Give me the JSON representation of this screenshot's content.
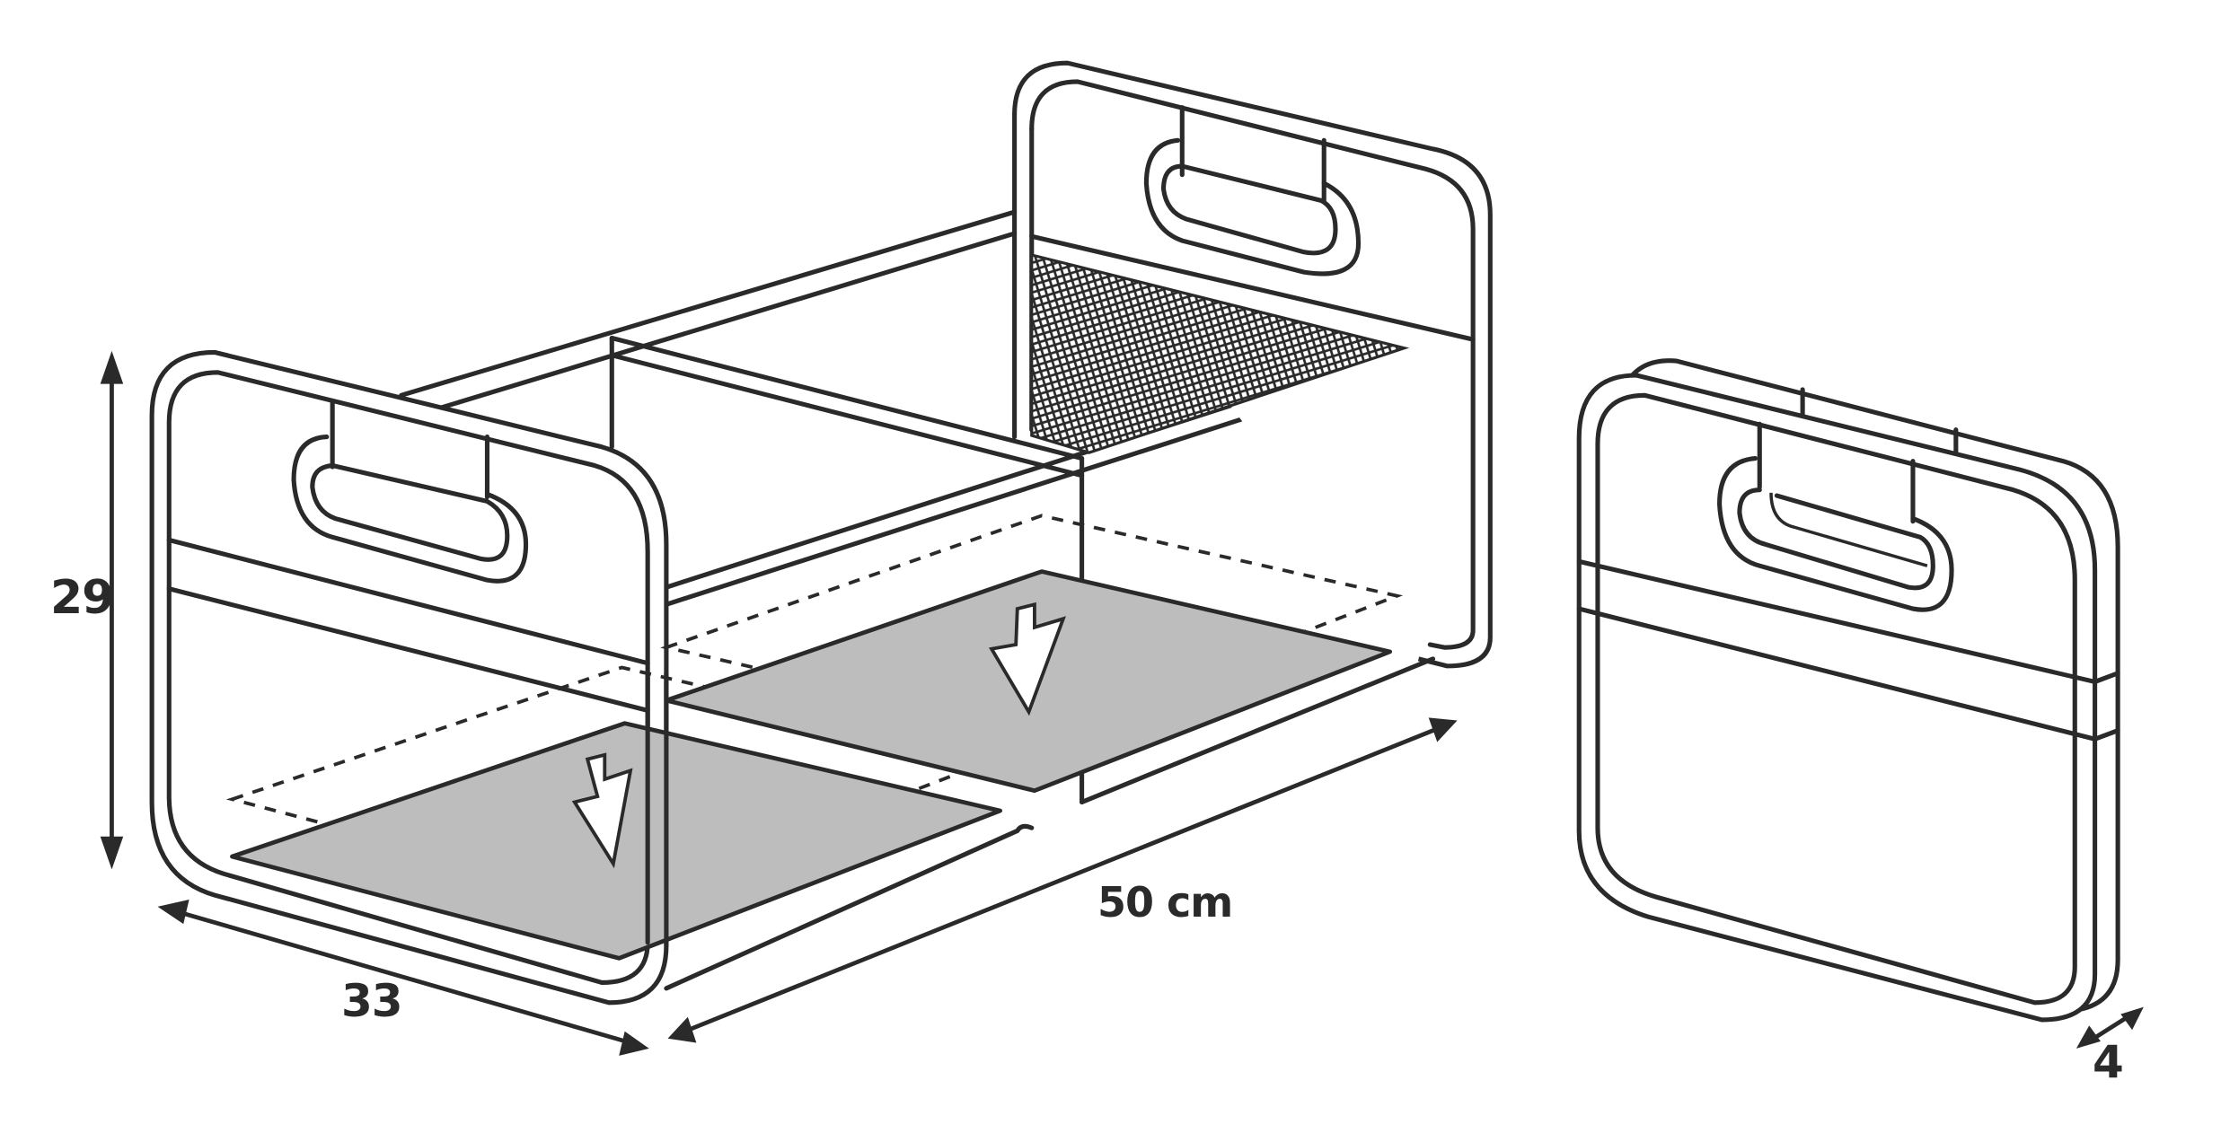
{
  "diagram": {
    "subject": "Foldable storage box with two removable floor inserts, shown open and folded flat",
    "colors": {
      "line": "#2a2a2a",
      "floor_fill": "#bdbdbd",
      "background": "#ffffff"
    },
    "dimensions": {
      "height": {
        "label": "29"
      },
      "depth": {
        "label": "33"
      },
      "length": {
        "label": "50 cm"
      },
      "folded_thickness": {
        "label": "4"
      }
    },
    "parts": [
      {
        "id": "open-box",
        "description": "Open box with end-panel handles, center divider and mesh side pocket"
      },
      {
        "id": "floor-insert-front",
        "description": "Grey floor insert with down arrow, front compartment"
      },
      {
        "id": "floor-insert-back",
        "description": "Grey floor insert with down arrow, back compartment"
      },
      {
        "id": "folded-box",
        "description": "Box collapsed flat"
      }
    ]
  }
}
